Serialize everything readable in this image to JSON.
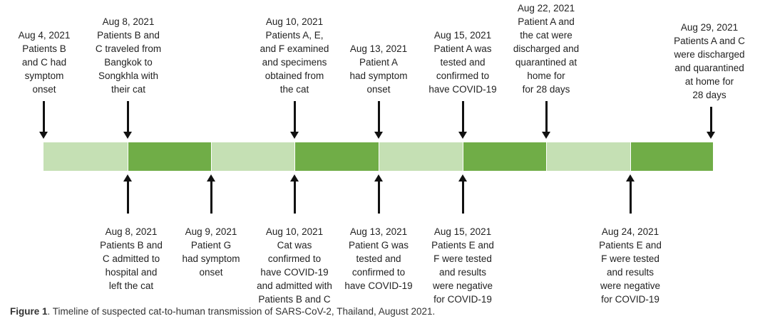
{
  "colors": {
    "light": "#c5e0b4",
    "dark": "#70ad47"
  },
  "segments": [
    "light",
    "dark",
    "light",
    "dark",
    "light",
    "dark",
    "light",
    "dark"
  ],
  "top_events": [
    {
      "text": "Aug 4, 2021\nPatients B\nand C had\nsymptom\nonset"
    },
    {
      "text": "Aug 8, 2021\nPatients B and\nC traveled from\nBangkok to\nSongkhla with\ntheir cat"
    },
    {
      "text": "Aug 10, 2021\nPatients A, E,\nand F examined\nand specimens\nobtained from\nthe cat"
    },
    {
      "text": "Aug 13, 2021\nPatient A\nhad symptom\nonset"
    },
    {
      "text": "Aug 15, 2021\nPatient A was\ntested and\nconfirmed to\nhave COVID-19"
    },
    {
      "text": "Aug 22, 2021\nPatient A and\nthe cat were\ndischarged and\nquarantined at\nhome for\nfor 28 days"
    },
    {
      "text": "Aug 29, 2021\nPatients A and C\nwere discharged\nand quarantined\nat home for\n28 days"
    }
  ],
  "bottom_events": [
    {
      "text": "Aug 8, 2021\nPatients B and\nC admitted to\nhospital and\nleft the cat"
    },
    {
      "text": "Aug 9, 2021\nPatient G\nhad symptom\nonset"
    },
    {
      "text": "Aug 10, 2021\nCat was\nconfirmed to\nhave COVID-19\nand admitted with\nPatients B and C"
    },
    {
      "text": "Aug 13, 2021\nPatient G was\ntested and\nconfirmed to\nhave COVID-19"
    },
    {
      "text": "Aug 15, 2021\nPatients E and\nF were tested\nand results\nwere negative\nfor COVID-19"
    },
    {
      "text": "Aug 24, 2021\nPatients E and\nF were tested\nand results\nwere negative\nfor COVID-19"
    }
  ],
  "caption": {
    "label": "Figure 1",
    "text": ". Timeline of suspected cat-to-human transmission of SARS-CoV-2, Thailand, August 2021."
  }
}
